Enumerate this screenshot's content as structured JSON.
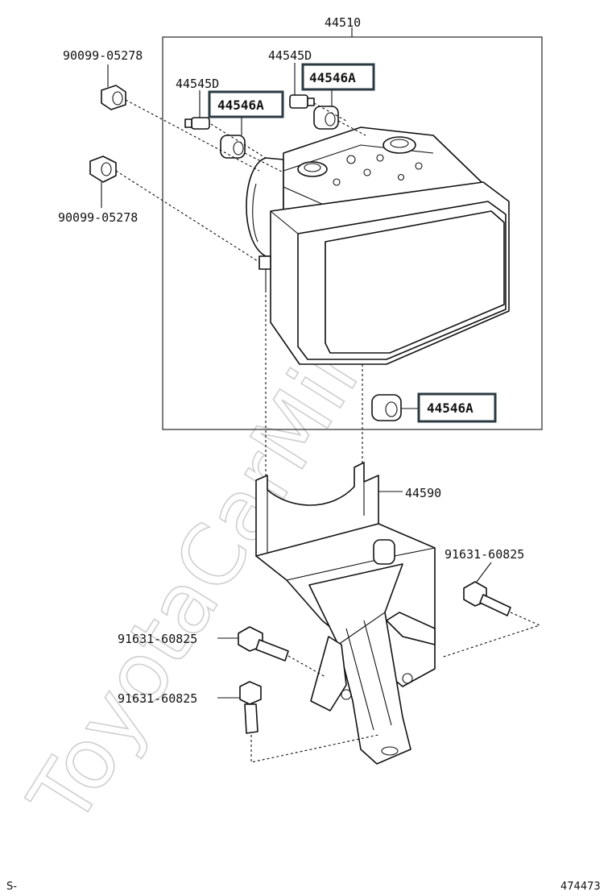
{
  "watermark": "ToyotaCarMine.ru",
  "footer": {
    "left_code": "S-",
    "right_code": "474473"
  },
  "labels": {
    "assembly": "44510",
    "bolt_top": "90099-05278",
    "bolt_middle": "90099-05278",
    "stud_left": "44545D",
    "stud_right": "44545D",
    "cushion_left": "44546A",
    "cushion_right": "44546A",
    "cushion_bottom": "44546A",
    "bracket": "44590",
    "bolt_bracket_right": "91631-60825",
    "bolt_bracket_left": "91631-60825",
    "bolt_bracket_lower": "91631-60825"
  },
  "colors": {
    "line": "#111111",
    "box_border": "#2a3a40",
    "watermark": "#cfcfcf"
  }
}
